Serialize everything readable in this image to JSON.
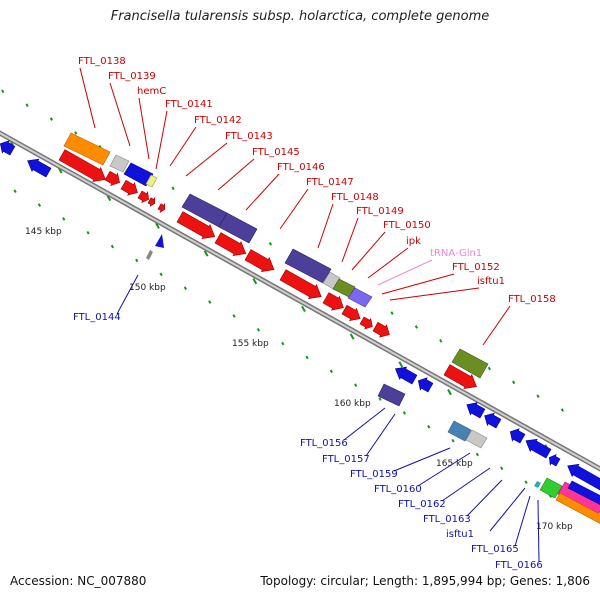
{
  "header": {
    "title": "Francisella tularensis subsp. holarctica, complete genome"
  },
  "footer": {
    "accession": "Accession: NC_007880",
    "summary": "Topology: circular; Length: 1,895,994 bp; Genes: 1,806"
  },
  "scale": {
    "ticks": [
      {
        "label": "145 kbp"
      },
      {
        "label": "150 kbp"
      },
      {
        "label": "155 kbp"
      },
      {
        "label": "160 kbp"
      },
      {
        "label": "165 kbp"
      },
      {
        "label": "170 kbp"
      }
    ]
  },
  "colors": {
    "forward": "#ee1111",
    "reverse": "#1111dd",
    "trna": "#ee88cc",
    "backbone": "#888888",
    "tick": "#119911"
  },
  "upper_labels": [
    {
      "text": "FTL_0138",
      "color": "#cc0000"
    },
    {
      "text": "FTL_0139",
      "color": "#cc0000"
    },
    {
      "text": "hemC",
      "color": "#cc0000"
    },
    {
      "text": "FTL_0141",
      "color": "#cc0000"
    },
    {
      "text": "FTL_0142",
      "color": "#cc0000"
    },
    {
      "text": "FTL_0143",
      "color": "#cc0000"
    },
    {
      "text": "FTL_0145",
      "color": "#cc0000"
    },
    {
      "text": "FTL_0146",
      "color": "#cc0000"
    },
    {
      "text": "FTL_0147",
      "color": "#cc0000"
    },
    {
      "text": "FTL_0148",
      "color": "#cc0000"
    },
    {
      "text": "FTL_0149",
      "color": "#cc0000"
    },
    {
      "text": "FTL_0150",
      "color": "#cc0000"
    },
    {
      "text": "ipk",
      "color": "#cc0000"
    },
    {
      "text": "tRNA-Gln1",
      "color": "#ee88cc"
    },
    {
      "text": "FTL_0152",
      "color": "#cc0000"
    },
    {
      "text": "isftu1",
      "color": "#cc0000"
    },
    {
      "text": "FTL_0158",
      "color": "#cc0000"
    }
  ],
  "lower_labels": [
    {
      "text": "FTL_0144"
    },
    {
      "text": "FTL_0156"
    },
    {
      "text": "FTL_0157"
    },
    {
      "text": "FTL_0159"
    },
    {
      "text": "FTL_0160"
    },
    {
      "text": "FTL_0162"
    },
    {
      "text": "FTL_0163"
    },
    {
      "text": "isftu1"
    },
    {
      "text": "FTL_0165"
    },
    {
      "text": "FTL_0166"
    }
  ]
}
